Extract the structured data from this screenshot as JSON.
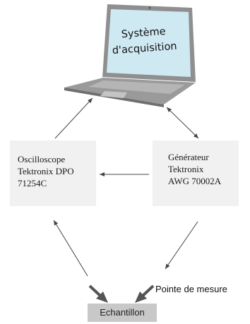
{
  "laptop": {
    "screen_label": "Système\nd'acquisition"
  },
  "oscilloscope": {
    "label": "Oscilloscope\nTektronix DPO\n71254C"
  },
  "generator": {
    "label": "Générateur\nTektronix\nAWG 70002A"
  },
  "sample": {
    "label": "Echantillon"
  },
  "probe": {
    "label": "Pointe de mesure"
  },
  "colors": {
    "laptop_body": "#8f8f8f",
    "laptop_screen": "#cfe9f3",
    "box_fill": "#f1f1f1",
    "sample_fill": "#c8c8c8",
    "arrow": "#444444",
    "probe": "#555555"
  }
}
